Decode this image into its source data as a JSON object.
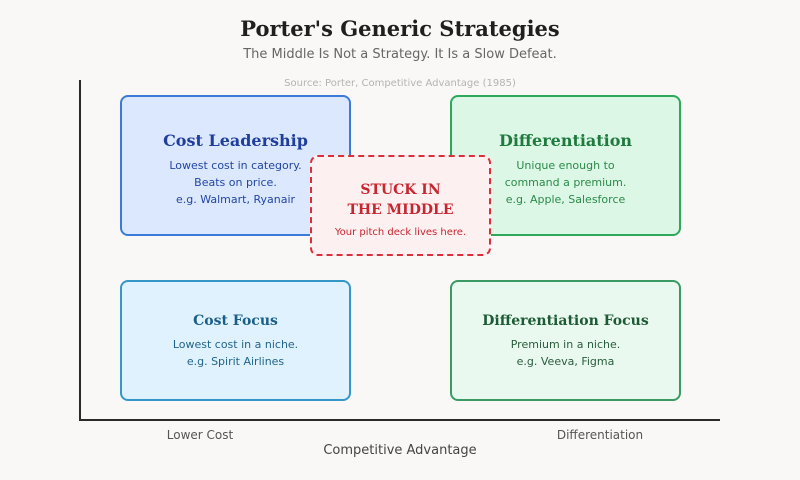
{
  "header": {
    "title": "Porter's Generic Strategies",
    "subtitle": "The Middle Is Not a Strategy. It Is a Slow Defeat.",
    "source": "Source: Porter, Competitive Advantage (1985)"
  },
  "axis": {
    "x_title": "Competitive Advantage",
    "x_ticks": [
      "Lower Cost",
      "Differentiation"
    ]
  },
  "quadrants": {
    "cost_leadership": {
      "title": "Cost Leadership",
      "lines": [
        "Lowest cost in category.",
        "Beats on price.",
        "e.g. Walmart, Ryanair"
      ]
    },
    "differentiation": {
      "title": "Differentiation",
      "lines": [
        "Unique enough to",
        "command a premium.",
        "e.g. Apple, Salesforce"
      ]
    },
    "cost_focus": {
      "title": "Cost Focus",
      "lines": [
        "Lowest cost in a niche.",
        "e.g. Spirit Airlines"
      ]
    },
    "differentiation_focus": {
      "title": "Differentiation Focus",
      "lines": [
        "Premium in a niche.",
        "e.g. Veeva, Figma"
      ]
    }
  },
  "stuck": {
    "title_lines": [
      "STUCK IN",
      "THE MIDDLE"
    ],
    "note": "Your pitch deck lives here."
  },
  "colors": {
    "cost_leadership": "#3b7ad9",
    "differentiation": "#2ea85a",
    "cost_focus": "#3597c8",
    "differentiation_focus": "#3b9a63",
    "stuck": "#db2d3a"
  }
}
